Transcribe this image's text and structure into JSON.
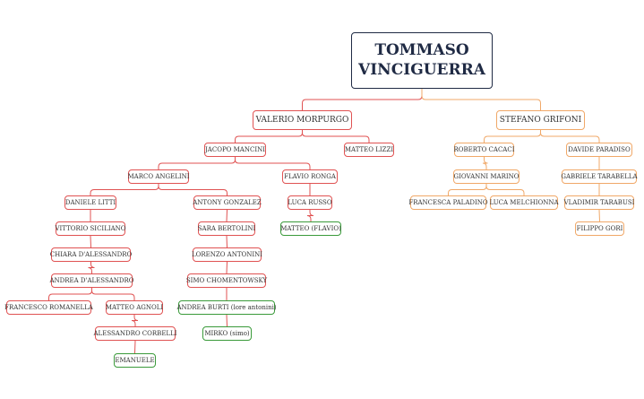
{
  "root": {
    "line1": "TOMMASO",
    "line2": "VINCIGUERRA"
  },
  "colors": {
    "red": "#e05252",
    "orange": "#f0a868",
    "green": "#3a9a3a",
    "dark": "#1f2a44"
  },
  "nodes": {
    "valerio": "VALERIO MORPURGO",
    "stefano": "STEFANO GRIFONI",
    "jacopo": "JACOPO MANCINI",
    "matteo_lizzi": "MATTEO LIZZI",
    "marco": "MARCO ANGELINI",
    "flavio": "FLAVIO RONGA",
    "daniele": "DANIELE LITTI",
    "antony": "ANTONY GONZALEZ",
    "luca_russo": "LUCA RUSSO",
    "matteo_flavio": "MATTEO (FLAVIO)",
    "vittorio": "VITTORIO SICILIANO",
    "sara": "SARA BERTOLINI",
    "chiara": "CHIARA D'ALESSANDRO",
    "lorenzo": "LORENZO ANTONINI",
    "andrea_d": "ANDREA D'ALESSANDRO",
    "simo": "SIMO CHOMENTOWSKY",
    "francesco": "FRANCESCO ROMANELLA",
    "matteo_agnoli": "MATTEO AGNOLI",
    "andrea_burti": "ANDREA BURTI (lore antonini)",
    "alessandro": "ALESSANDRO CORBELLI",
    "mirko": "MIRKO (simo)",
    "emanuele": "EMANUELE",
    "roberto": "ROBERTO CACACI",
    "davide": "DAVIDE PARADISO",
    "giovanni": "GIOVANNI MARINO",
    "gabriele": "GABRIELE TARABELLA",
    "francesca": "FRANCESCA PALADINO",
    "luca_m": "LUCA MELCHIONNA",
    "vladimir": "VLADIMIR TARABUSI",
    "filippo": "FILIPPO GORI"
  }
}
